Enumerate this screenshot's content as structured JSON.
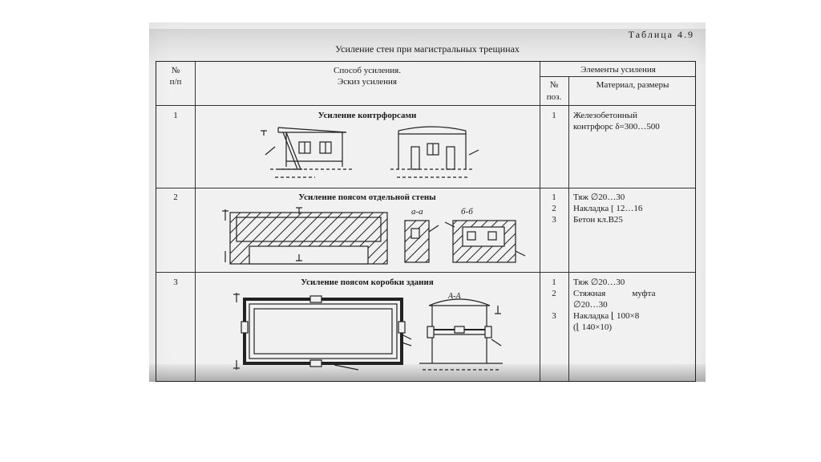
{
  "table_label": "Таблица 4.9",
  "table_title": "Усиление стен при магистральных трещинах",
  "header": {
    "num": "№",
    "num2": "п/п",
    "method_line1": "Способ усиления.",
    "method_line2": "Эскиз усиления",
    "elements": "Элементы усиления",
    "pos_num": "№",
    "pos_label": "поз.",
    "material": "Материал, размеры"
  },
  "rows": [
    {
      "num": "1",
      "caption": "Усиление контрфорсами",
      "positions": [
        "1"
      ],
      "materials": [
        "Железобетонный",
        "контрфорс δ=300…500"
      ]
    },
    {
      "num": "2",
      "caption": "Усиление поясом отдельной стены",
      "section_a": "а-а",
      "section_b": "б-б",
      "positions": [
        "1",
        "2",
        "3"
      ],
      "materials": [
        "Тяж ∅20…30",
        "Накладка [ 12…16",
        "Бетон кл.В25"
      ]
    },
    {
      "num": "3",
      "caption": "Усиление поясом коробки здания",
      "section_a": "А-А",
      "positions": [
        "1",
        "2",
        "",
        "3"
      ],
      "materials": [
        "Тяж ∅20…30",
        "Стяжная            муфта",
        "∅20…30",
        "Накладка ⌊ 100×8",
        "(⌊ 140×10)"
      ]
    }
  ]
}
